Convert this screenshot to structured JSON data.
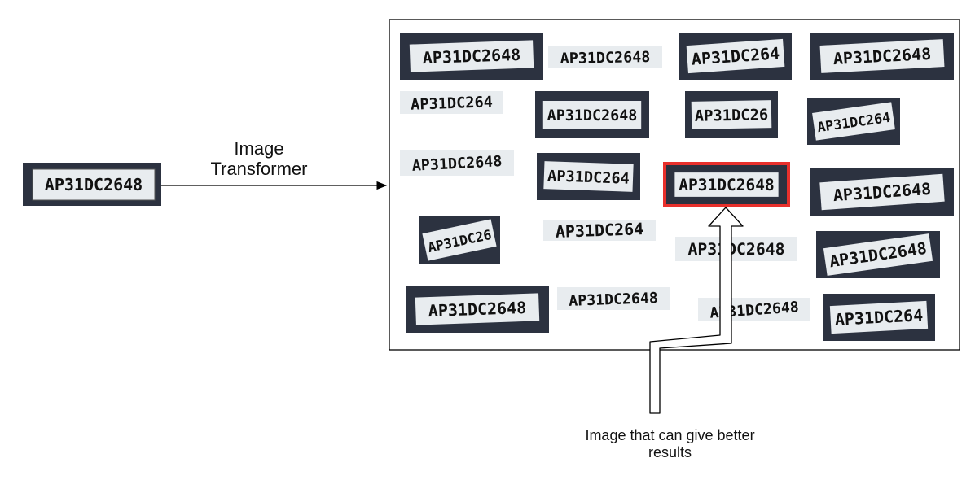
{
  "diagram": {
    "edge_label_line1": "Image",
    "edge_label_line2": "Transformer",
    "caption_line1": "Image that can give better",
    "caption_line2": "results",
    "input_plate": "AP31DC2648",
    "grid_plates": [
      "AP31DC2648",
      "AP31DC2648",
      "AP31DC264",
      "AP31DC2648",
      "AP31DC264",
      "AP31DC2648",
      "AP31DC26",
      "AP31DC264",
      "AP31DC2648",
      "AP31DC264",
      "AP31DC2648",
      "AP31DC2648",
      "AP31DC26",
      "AP31DC264",
      "AP31DC2648",
      "AP31DC2648",
      "AP31DC2648",
      "AP31DC2648",
      "AP31DC2648",
      "AP31DC264"
    ],
    "selected_index": 10,
    "colors": {
      "highlight": "#e8302c",
      "plate": "#e8ecef",
      "vehicle": "#2c3240",
      "line": "#000000"
    }
  }
}
